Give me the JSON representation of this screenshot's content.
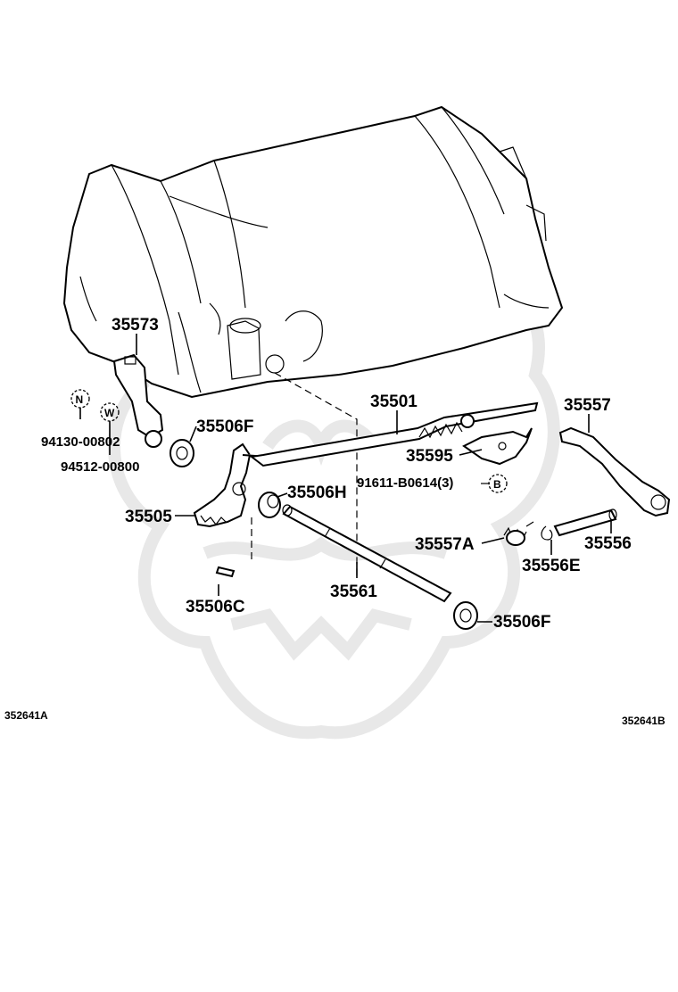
{
  "diagram": {
    "parts": {
      "p35573": "35573",
      "p94130": "94130-00802",
      "p94512": "94512-00800",
      "p35506F_top": "35506F",
      "p35505": "35505",
      "p35506H": "35506H",
      "p35506C": "35506C",
      "p35561": "35561",
      "p35506F_bottom": "35506F",
      "p35501": "35501",
      "p35595": "35595",
      "p91611": "91611-B0614(3)",
      "p35557": "35557",
      "p35557A": "35557A",
      "p35556E": "35556E",
      "p35556": "35556"
    },
    "symbols": {
      "n_mark": "N",
      "w_mark": "W",
      "b_mark": "B"
    },
    "codes": {
      "left": "352641A",
      "right": "352641B"
    }
  }
}
